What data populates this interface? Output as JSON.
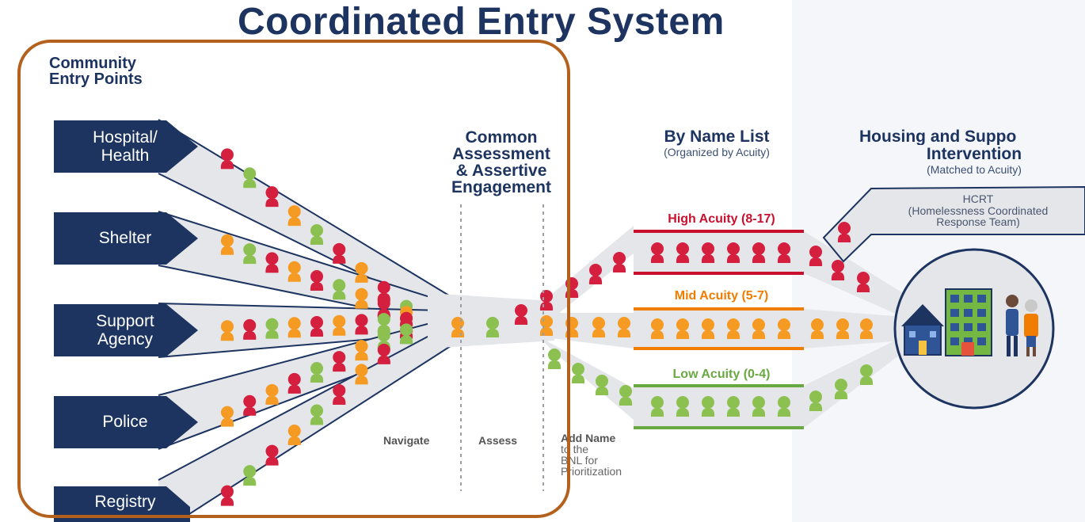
{
  "title": "Coordinated Entry System",
  "entry_points": {
    "heading_line1": "Community",
    "heading_line2": "Entry Points",
    "items": [
      {
        "line1": "Hospital/",
        "line2": "Health"
      },
      {
        "line1": "Shelter",
        "line2": ""
      },
      {
        "line1": "Support",
        "line2": "Agency"
      },
      {
        "line1": "Police",
        "line2": ""
      },
      {
        "line1": "Registry",
        "line2": ""
      }
    ]
  },
  "assessment": {
    "line1": "Common",
    "line2": "Assessment",
    "line3": "& Assertive",
    "line4": "Engagement",
    "stages": {
      "navigate": "Navigate",
      "assess": "Assess",
      "add_line1": "Add Name",
      "add_line2": "to the",
      "add_line3": "BNL for",
      "add_line4": "Prioritization"
    }
  },
  "by_name_list": {
    "heading": "By Name List",
    "subheading": "(Organized by Acuity)",
    "high": "High Acuity (8-17)",
    "mid": "Mid Acuity (5-7)",
    "low": "Low Acuity (0-4)"
  },
  "housing": {
    "heading_line1": "Housing and Suppo",
    "heading_line2": "Intervention",
    "subheading": "(Matched to Acuity)",
    "hcrt_line1": "HCRT",
    "hcrt_line2": "(Homelessness Coordinated",
    "hcrt_line3": "Response Team)"
  },
  "colors": {
    "navy": "#1d3461",
    "funnel": "#e4e6e9",
    "red": "#d41f3f",
    "orange": "#f59a23",
    "green": "#8cc152",
    "frame": "#b5611e"
  }
}
